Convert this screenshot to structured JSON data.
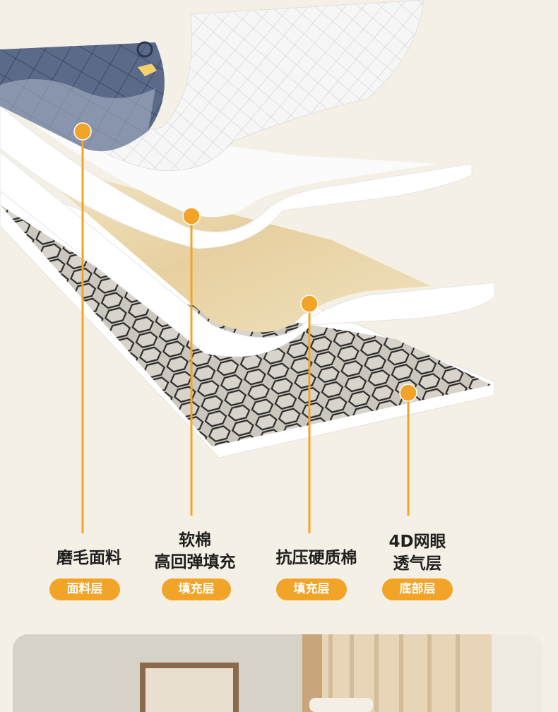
{
  "layers": [
    {
      "title_lines": [
        "磨毛面料"
      ],
      "tag": "面料层"
    },
    {
      "title_lines": [
        "软棉",
        "高回弹填充"
      ],
      "tag": "填充层"
    },
    {
      "title_lines": [
        "抗压硬质棉"
      ],
      "tag": "填充层"
    },
    {
      "title_lines": [
        "4D网眼",
        "透气层"
      ],
      "tag": "底部层"
    }
  ],
  "colors": {
    "background": "#f5f0e5",
    "accent": "#f2a428",
    "fabric_blue": "#4b5d7e",
    "cotton_white": "#ffffff",
    "hard_cotton": "#ead8b0",
    "mesh_gray": "#c9c5bd"
  }
}
